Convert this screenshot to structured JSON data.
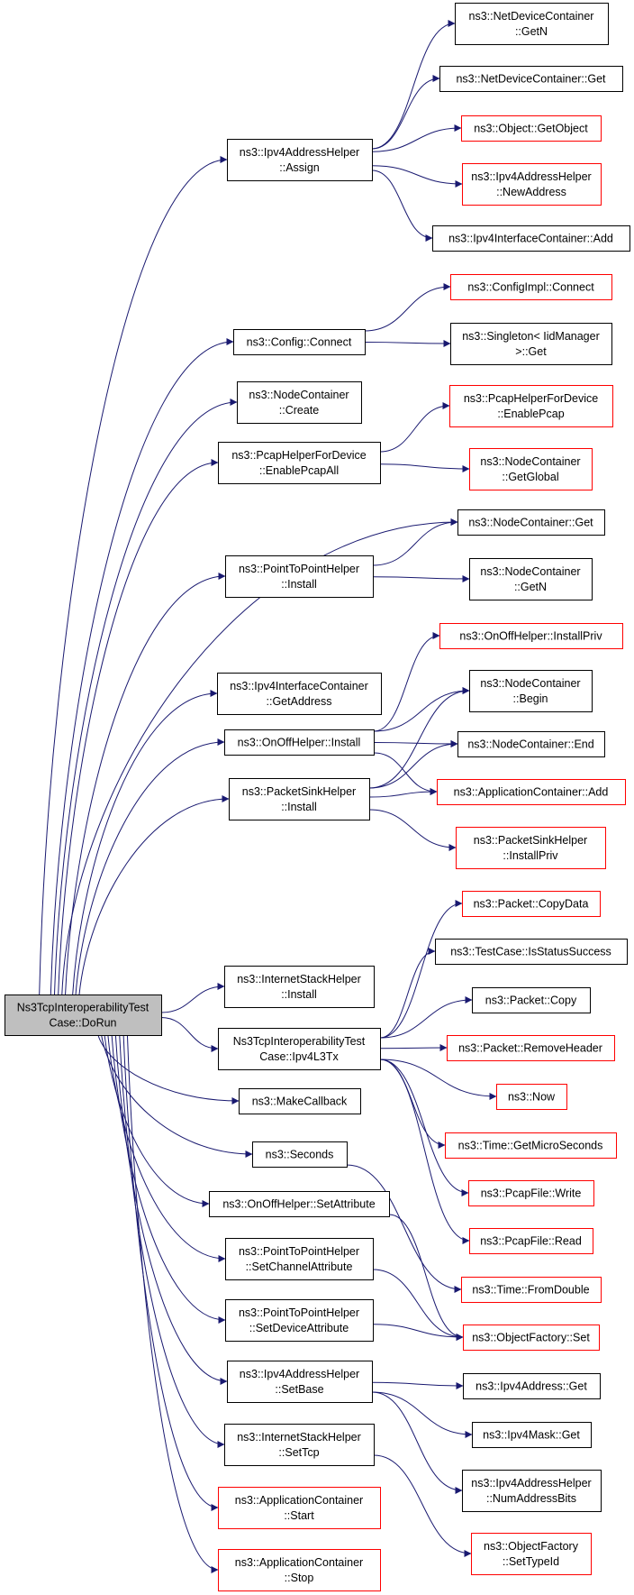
{
  "colors": {
    "edge": "#191970",
    "node_border": "#000000",
    "node_border_incomplete": "#ff0000",
    "root_fill": "#bfbfbf",
    "node_fill": "#ffffff"
  },
  "root": {
    "id": "root",
    "lines": [
      "Ns3TcpInteroperabilityTest",
      "Case::DoRun"
    ]
  },
  "nodes": [
    {
      "id": "ipv4ah_assign",
      "lines": [
        "ns3::Ipv4AddressHelper",
        "::Assign"
      ],
      "incomplete": false
    },
    {
      "id": "config_connect",
      "lines": [
        "ns3::Config::Connect"
      ],
      "incomplete": false
    },
    {
      "id": "nodecont_create",
      "lines": [
        "ns3::NodeContainer",
        "::Create"
      ],
      "incomplete": false
    },
    {
      "id": "pcap_enableall",
      "lines": [
        "ns3::PcapHelperForDevice",
        "::EnablePcapAll"
      ],
      "incomplete": false
    },
    {
      "id": "p2p_install",
      "lines": [
        "ns3::PointToPointHelper",
        "::Install"
      ],
      "incomplete": false
    },
    {
      "id": "ipv4ic_getaddr",
      "lines": [
        "ns3::Ipv4InterfaceContainer",
        "::GetAddress"
      ],
      "incomplete": false
    },
    {
      "id": "onoff_install",
      "lines": [
        "ns3::OnOffHelper::Install"
      ],
      "incomplete": false
    },
    {
      "id": "psink_install",
      "lines": [
        "ns3::PacketSinkHelper",
        "::Install"
      ],
      "incomplete": false
    },
    {
      "id": "ish_install",
      "lines": [
        "ns3::InternetStackHelper",
        "::Install"
      ],
      "incomplete": false
    },
    {
      "id": "ipv4l3tx",
      "lines": [
        "Ns3TcpInteroperabilityTest",
        "Case::Ipv4L3Tx"
      ],
      "incomplete": false
    },
    {
      "id": "makecallback",
      "lines": [
        "ns3::MakeCallback"
      ],
      "incomplete": false
    },
    {
      "id": "seconds",
      "lines": [
        "ns3::Seconds"
      ],
      "incomplete": false
    },
    {
      "id": "onoff_setattr",
      "lines": [
        "ns3::OnOffHelper::SetAttribute"
      ],
      "incomplete": false
    },
    {
      "id": "p2p_setchan",
      "lines": [
        "ns3::PointToPointHelper",
        "::SetChannelAttribute"
      ],
      "incomplete": false
    },
    {
      "id": "p2p_setdev",
      "lines": [
        "ns3::PointToPointHelper",
        "::SetDeviceAttribute"
      ],
      "incomplete": false
    },
    {
      "id": "ipv4ah_setbase",
      "lines": [
        "ns3::Ipv4AddressHelper",
        "::SetBase"
      ],
      "incomplete": false
    },
    {
      "id": "ish_settcp",
      "lines": [
        "ns3::InternetStackHelper",
        "::SetTcp"
      ],
      "incomplete": false
    },
    {
      "id": "appcont_start",
      "lines": [
        "ns3::ApplicationContainer",
        "::Start"
      ],
      "incomplete": true
    },
    {
      "id": "appcont_stop",
      "lines": [
        "ns3::ApplicationContainer",
        "::Stop"
      ],
      "incomplete": true
    },
    {
      "id": "ndc_getn",
      "lines": [
        "ns3::NetDeviceContainer",
        "::GetN"
      ],
      "incomplete": false
    },
    {
      "id": "ndc_get",
      "lines": [
        "ns3::NetDeviceContainer::Get"
      ],
      "incomplete": false
    },
    {
      "id": "obj_getobject",
      "lines": [
        "ns3::Object::GetObject"
      ],
      "incomplete": true
    },
    {
      "id": "ipv4ah_newaddr",
      "lines": [
        "ns3::Ipv4AddressHelper",
        "::NewAddress"
      ],
      "incomplete": true
    },
    {
      "id": "ipv4ic_add",
      "lines": [
        "ns3::Ipv4InterfaceContainer::Add"
      ],
      "incomplete": false
    },
    {
      "id": "configimpl_connect",
      "lines": [
        "ns3::ConfigImpl::Connect"
      ],
      "incomplete": true
    },
    {
      "id": "singleton_get",
      "lines": [
        "ns3::Singleton< IidManager",
        ">::Get"
      ],
      "incomplete": false
    },
    {
      "id": "pcap_enable",
      "lines": [
        "ns3::PcapHelperForDevice",
        "::EnablePcap"
      ],
      "incomplete": true
    },
    {
      "id": "nodecont_getglobal",
      "lines": [
        "ns3::NodeContainer",
        "::GetGlobal"
      ],
      "incomplete": true
    },
    {
      "id": "nodecont_get",
      "lines": [
        "ns3::NodeContainer::Get"
      ],
      "incomplete": false
    },
    {
      "id": "nodecont_getn",
      "lines": [
        "ns3::NodeContainer",
        "::GetN"
      ],
      "incomplete": false
    },
    {
      "id": "onoff_installpriv",
      "lines": [
        "ns3::OnOffHelper::InstallPriv"
      ],
      "incomplete": true
    },
    {
      "id": "nodecont_begin",
      "lines": [
        "ns3::NodeContainer",
        "::Begin"
      ],
      "incomplete": false
    },
    {
      "id": "nodecont_end",
      "lines": [
        "ns3::NodeContainer::End"
      ],
      "incomplete": false
    },
    {
      "id": "appcont_add",
      "lines": [
        "ns3::ApplicationContainer::Add"
      ],
      "incomplete": true
    },
    {
      "id": "psink_installpriv",
      "lines": [
        "ns3::PacketSinkHelper",
        "::InstallPriv"
      ],
      "incomplete": true
    },
    {
      "id": "packet_copydata",
      "lines": [
        "ns3::Packet::CopyData"
      ],
      "incomplete": true
    },
    {
      "id": "testcase_isstatus",
      "lines": [
        "ns3::TestCase::IsStatusSuccess"
      ],
      "incomplete": false
    },
    {
      "id": "packet_copy",
      "lines": [
        "ns3::Packet::Copy"
      ],
      "incomplete": false
    },
    {
      "id": "packet_removeheader",
      "lines": [
        "ns3::Packet::RemoveHeader"
      ],
      "incomplete": true
    },
    {
      "id": "now",
      "lines": [
        "ns3::Now"
      ],
      "incomplete": true
    },
    {
      "id": "time_getmicro",
      "lines": [
        "ns3::Time::GetMicroSeconds"
      ],
      "incomplete": true
    },
    {
      "id": "pcapfile_write",
      "lines": [
        "ns3::PcapFile::Write"
      ],
      "incomplete": true
    },
    {
      "id": "pcapfile_read",
      "lines": [
        "ns3::PcapFile::Read"
      ],
      "incomplete": true
    },
    {
      "id": "time_fromdouble",
      "lines": [
        "ns3::Time::FromDouble"
      ],
      "incomplete": true
    },
    {
      "id": "objfactory_set",
      "lines": [
        "ns3::ObjectFactory::Set"
      ],
      "incomplete": true
    },
    {
      "id": "ipv4addr_get",
      "lines": [
        "ns3::Ipv4Address::Get"
      ],
      "incomplete": false
    },
    {
      "id": "ipv4mask_get",
      "lines": [
        "ns3::Ipv4Mask::Get"
      ],
      "incomplete": false
    },
    {
      "id": "ipv4ah_numaddrbits",
      "lines": [
        "ns3::Ipv4AddressHelper",
        "::NumAddressBits"
      ],
      "incomplete": false
    },
    {
      "id": "objfactory_settypeid",
      "lines": [
        "ns3::ObjectFactory",
        "::SetTypeId"
      ],
      "incomplete": true
    }
  ],
  "edges": [
    [
      "root",
      "ipv4ah_assign"
    ],
    [
      "root",
      "config_connect"
    ],
    [
      "root",
      "nodecont_create"
    ],
    [
      "root",
      "pcap_enableall"
    ],
    [
      "root",
      "nodecont_get"
    ],
    [
      "root",
      "p2p_install"
    ],
    [
      "root",
      "ipv4ic_getaddr"
    ],
    [
      "root",
      "onoff_install"
    ],
    [
      "root",
      "psink_install"
    ],
    [
      "root",
      "ish_install"
    ],
    [
      "root",
      "ipv4l3tx"
    ],
    [
      "root",
      "makecallback"
    ],
    [
      "root",
      "seconds"
    ],
    [
      "root",
      "onoff_setattr"
    ],
    [
      "root",
      "p2p_setchan"
    ],
    [
      "root",
      "p2p_setdev"
    ],
    [
      "root",
      "ipv4ah_setbase"
    ],
    [
      "root",
      "ish_settcp"
    ],
    [
      "root",
      "appcont_start"
    ],
    [
      "root",
      "appcont_stop"
    ],
    [
      "ipv4ah_assign",
      "ndc_getn"
    ],
    [
      "ipv4ah_assign",
      "ndc_get"
    ],
    [
      "ipv4ah_assign",
      "obj_getobject"
    ],
    [
      "ipv4ah_assign",
      "ipv4ah_newaddr"
    ],
    [
      "ipv4ah_assign",
      "ipv4ic_add"
    ],
    [
      "config_connect",
      "configimpl_connect"
    ],
    [
      "config_connect",
      "singleton_get"
    ],
    [
      "pcap_enableall",
      "pcap_enable"
    ],
    [
      "pcap_enableall",
      "nodecont_getglobal"
    ],
    [
      "p2p_install",
      "nodecont_get"
    ],
    [
      "p2p_install",
      "nodecont_getn"
    ],
    [
      "onoff_install",
      "onoff_installpriv"
    ],
    [
      "onoff_install",
      "nodecont_begin"
    ],
    [
      "onoff_install",
      "nodecont_end"
    ],
    [
      "onoff_install",
      "appcont_add"
    ],
    [
      "psink_install",
      "nodecont_begin"
    ],
    [
      "psink_install",
      "nodecont_end"
    ],
    [
      "psink_install",
      "appcont_add"
    ],
    [
      "psink_install",
      "psink_installpriv"
    ],
    [
      "ipv4l3tx",
      "packet_copydata"
    ],
    [
      "ipv4l3tx",
      "testcase_isstatus"
    ],
    [
      "ipv4l3tx",
      "packet_copy"
    ],
    [
      "ipv4l3tx",
      "packet_removeheader"
    ],
    [
      "ipv4l3tx",
      "now"
    ],
    [
      "ipv4l3tx",
      "time_getmicro"
    ],
    [
      "ipv4l3tx",
      "pcapfile_write"
    ],
    [
      "ipv4l3tx",
      "pcapfile_read"
    ],
    [
      "seconds",
      "time_fromdouble"
    ],
    [
      "onoff_setattr",
      "objfactory_set"
    ],
    [
      "p2p_setchan",
      "objfactory_set"
    ],
    [
      "p2p_setdev",
      "objfactory_set"
    ],
    [
      "ipv4ah_setbase",
      "ipv4addr_get"
    ],
    [
      "ipv4ah_setbase",
      "ipv4mask_get"
    ],
    [
      "ipv4ah_setbase",
      "ipv4ah_numaddrbits"
    ],
    [
      "ish_settcp",
      "objfactory_settypeid"
    ]
  ]
}
